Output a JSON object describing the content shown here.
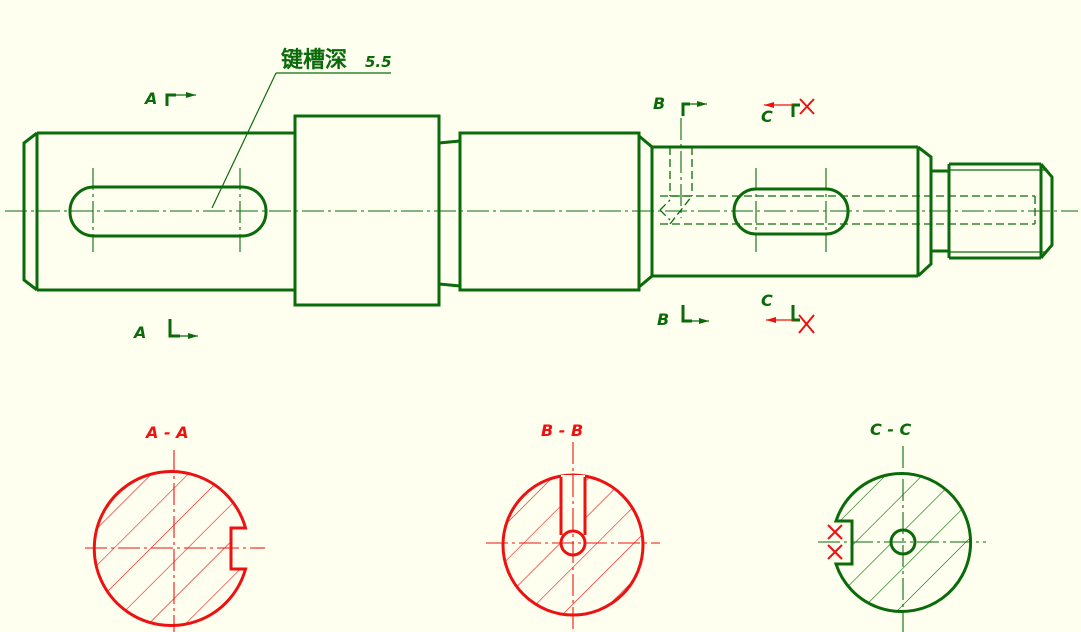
{
  "annotation": {
    "text": "键槽深",
    "value": "5.5"
  },
  "section_marks": {
    "a_top": "A",
    "a_bottom": "A",
    "b_top": "B",
    "b_bottom": "B",
    "c_top": "C",
    "c_bottom": "C"
  },
  "section_titles": {
    "aa": "A - A",
    "bb": "B - B",
    "cc": "C - C"
  },
  "colors": {
    "drawing": "#0B6B0B",
    "highlight": "#EE1111",
    "background": "#FFFFF0"
  }
}
